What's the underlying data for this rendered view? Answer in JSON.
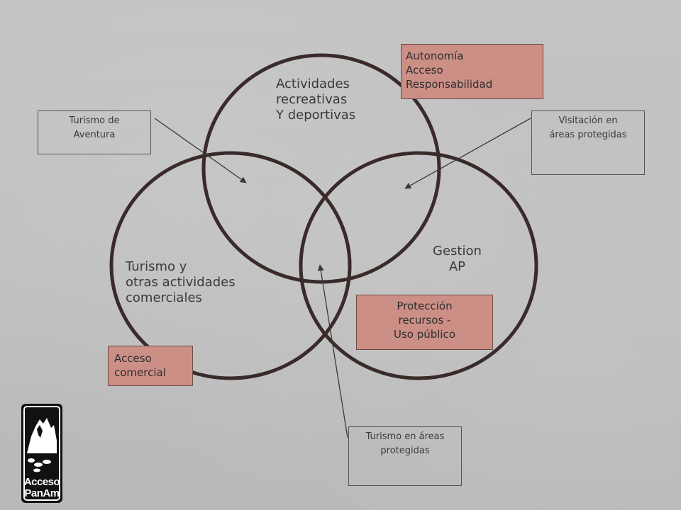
{
  "circles": {
    "top": "Actividades\nrecreativas\nY deportivas",
    "left": "Turismo y\notras actividades\ncomerciales",
    "right": "Gestion\nAP"
  },
  "notes": {
    "aventura": "Turismo de\nAventura",
    "visitacion": "Visitación en\náreas protegidas",
    "turismo_ap": "Turismo en áreas\nprotegidas"
  },
  "tags": {
    "autonomia": "Autonomía\nAcceso\nResponsabilidad",
    "proteccion": "Protección\nrecursos -\nUso público",
    "comercial": "Acceso\ncomercial"
  },
  "logo": {
    "line1": "Acceso",
    "line2": "PanAm"
  },
  "colors": {
    "tag_fill": "#cc8f86",
    "circle_stroke": "#3a2a2a"
  }
}
